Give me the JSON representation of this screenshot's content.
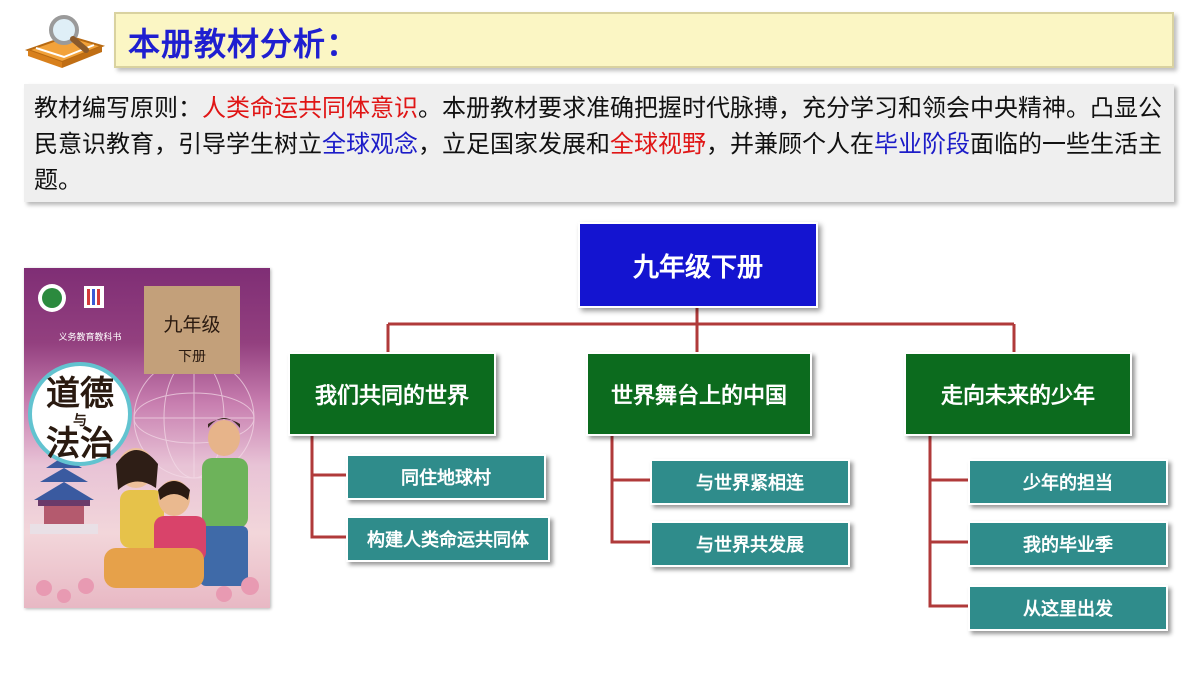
{
  "header": {
    "title": "本册教材分析："
  },
  "intro": {
    "segments": [
      {
        "text": "教材编写原则：",
        "style": "normal"
      },
      {
        "text": "人类命运共同体意识",
        "style": "red"
      },
      {
        "text": "。本册教材要求准确把握时代脉搏，充分学习和领会中央精神。凸显公民意识教育，引导学生树立",
        "style": "normal"
      },
      {
        "text": "全球观念",
        "style": "blue"
      },
      {
        "text": "，立足国家发展和",
        "style": "normal"
      },
      {
        "text": "全球视野",
        "style": "red"
      },
      {
        "text": "，并兼顾个人在",
        "style": "normal"
      },
      {
        "text": "毕业阶段",
        "style": "blue"
      },
      {
        "text": "面临的一些生活主题。",
        "style": "normal"
      }
    ]
  },
  "book": {
    "grade": "九年级",
    "volume": "下册",
    "series_label": "义务教育教科书",
    "title_line1": "道德",
    "title_mid": "与",
    "title_line2": "法治"
  },
  "chart": {
    "root": "九年级下册",
    "units": [
      {
        "label": "我们共同的世界",
        "lessons": [
          "同住地球村",
          "构建人类命运共同体"
        ]
      },
      {
        "label": "世界舞台上的中国",
        "lessons": [
          "与世界紧相连",
          "与世界共发展"
        ]
      },
      {
        "label": "走向未来的少年",
        "lessons": [
          "少年的担当",
          "我的毕业季",
          "从这里出发"
        ]
      }
    ]
  },
  "colors": {
    "title_blue": "#1f1fd0",
    "highlight_red": "#e01515",
    "highlight_blue": "#1c1cc8",
    "root_box": "#1414d0",
    "unit_box": "#0c6b1e",
    "lesson_box": "#2f8c8b",
    "connector": "#b03a3a"
  }
}
